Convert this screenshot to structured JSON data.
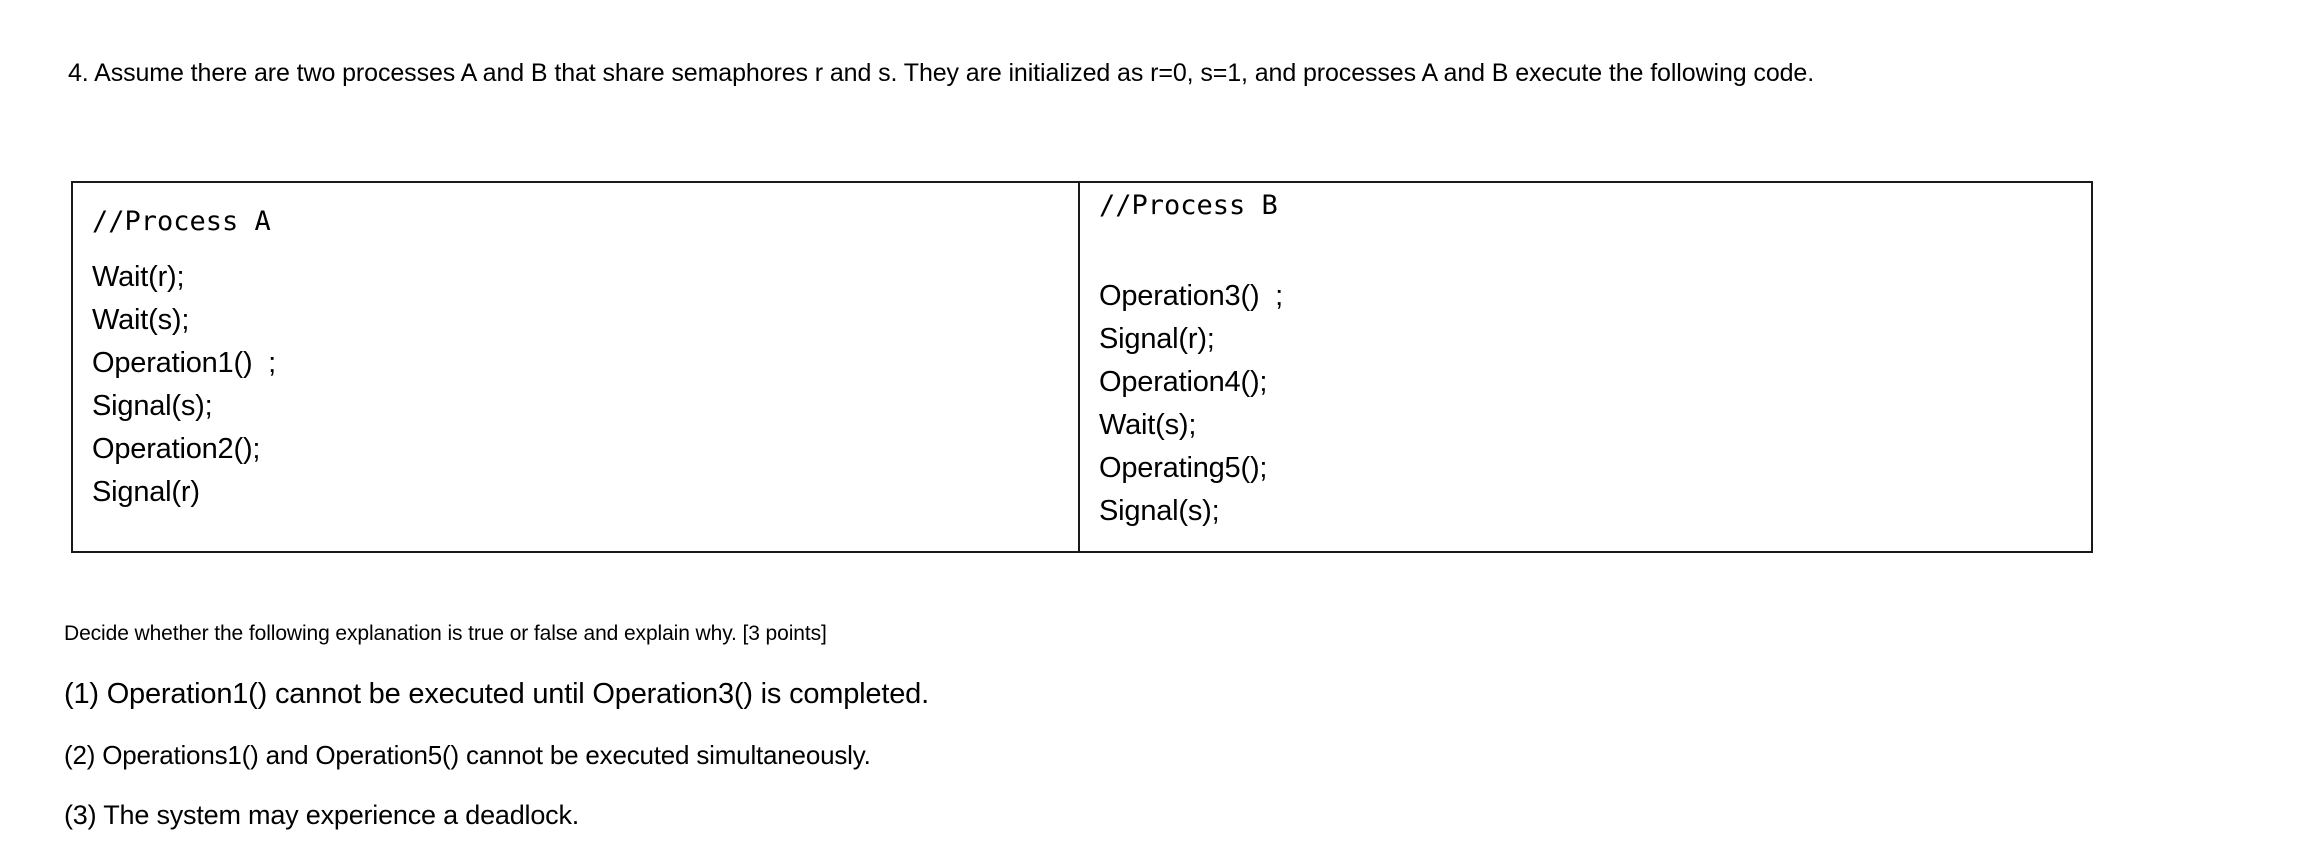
{
  "document": {
    "background_color": "#ffffff",
    "text_color": "#000000",
    "border_color": "#1a1a1a"
  },
  "question": {
    "number": "4.",
    "header_text": "4. Assume there are two processes A and B that share semaphores r and s. They are initialized as r=0, s=1, and processes A and B execute the following code."
  },
  "code_table": {
    "columns": [
      {
        "id": "process-a",
        "label": "//Process A",
        "lines": [
          "Wait(r);",
          "Wait(s);",
          "Operation1()  ;",
          "Signal(s);",
          "Operation2();",
          "Signal(r)"
        ]
      },
      {
        "id": "process-b",
        "label": "//Process B",
        "lines": [
          "Operation3()  ;",
          "Signal(r);",
          "Operation4();",
          "Wait(s);",
          "Operating5();",
          "Signal(s);"
        ]
      }
    ]
  },
  "prompt": {
    "text": "Decide whether the following explanation is true or false and explain why. [3 points]",
    "points": "[3 points]"
  },
  "statements": [
    {
      "number": "(1)",
      "text": "(1) Operation1() cannot be executed until Operation3() is completed."
    },
    {
      "number": "(2)",
      "text": "(2) Operations1() and Operation5() cannot be executed simultaneously."
    },
    {
      "number": "(3)",
      "text": "(3) The system may experience a deadlock."
    }
  ]
}
